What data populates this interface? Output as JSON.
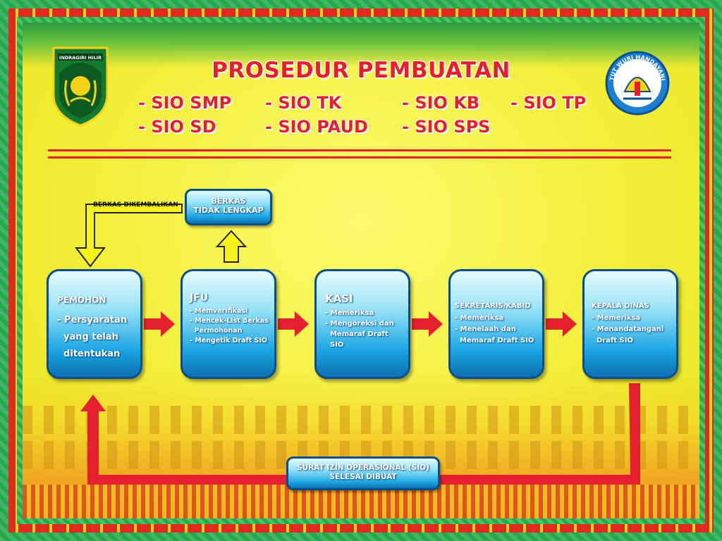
{
  "title": "PROSEDUR PEMBUATAN",
  "sio_types": [
    "- SIO SMP",
    "- SIO TK",
    "- SIO KB",
    "- SIO TP",
    "- SIO SD",
    "- SIO PAUD",
    "- SIO SPS"
  ],
  "logos": {
    "left_banner": "INDRAGIRI HILIR",
    "right_banner": "TUT WURI HANDAYANI"
  },
  "berkas": {
    "line1": "BERKAS",
    "line2": "TIDAK LENGKAP"
  },
  "return_label": "BERKAS DIKEMBALIKAN",
  "steps": [
    {
      "title": "PEMOHON",
      "lines": [
        "- Persyaratan",
        "  yang telah",
        "  ditentukan"
      ]
    },
    {
      "title": "JFU",
      "lines": [
        "- Memverifikasi",
        "- Mencek-List Berkas",
        "  Permohonan",
        "- Mengetik Draft SIO"
      ]
    },
    {
      "title": "KASI",
      "lines": [
        "- Memeriksa",
        "- Mengoreksi dan",
        "  Memaraf Draft",
        "  SIO"
      ]
    },
    {
      "title": "SEKRETARIS/KABID",
      "lines": [
        "- Memeriksa",
        "- Menelaah dan",
        "  Memaraf Draft SIO"
      ]
    },
    {
      "title": "KEPALA DINAS",
      "lines": [
        "- Memeriksa",
        "- Menandatangani",
        "  Draft SIO"
      ]
    }
  ],
  "result": {
    "line1": "SURAT IZIN OPERASIONAL (SIO)",
    "line2": "SELESAI DIBUAT"
  },
  "colors": {
    "accent_red": "#e4202f",
    "box_blue": "#1aa6e3",
    "arrow_yellow": "#f7f21a"
  }
}
